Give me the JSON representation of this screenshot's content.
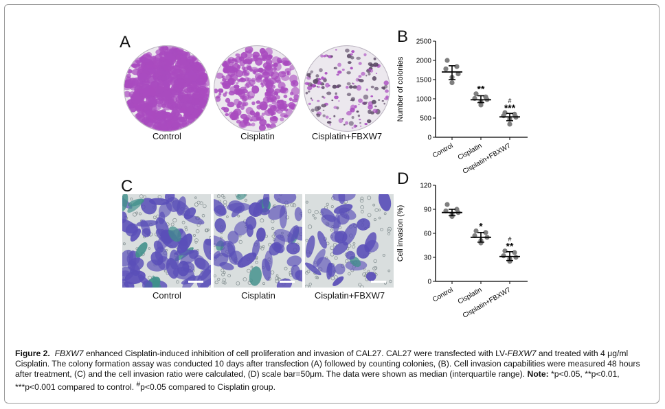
{
  "panels": {
    "A": {
      "letter": "A",
      "labels": [
        "Control",
        "Cisplatin",
        "Cisplatin+FBXW7"
      ]
    },
    "B": {
      "letter": "B"
    },
    "C": {
      "letter": "C",
      "labels": [
        "Control",
        "Cisplatin",
        "Cisplatin+FBXW7"
      ]
    },
    "D": {
      "letter": "D"
    }
  },
  "colors": {
    "dish_stain": "#a94bbf",
    "micro_stain": "#5a4fb8",
    "micro_bg": "#d9dede",
    "dot": "#7f7f7f"
  },
  "chart_data": [
    {
      "type": "scatter",
      "ylabel": "Number of colonies",
      "xlabel": "",
      "ylim": [
        0,
        2500
      ],
      "yticks": [
        0,
        500,
        1000,
        1500,
        2000,
        2500
      ],
      "categories": [
        "Control",
        "Cisplatin",
        "Cisplatin+FBXW7"
      ],
      "series": [
        {
          "points": [
            2000,
            1840,
            1780,
            1650,
            1560,
            1420
          ]
        },
        {
          "points": [
            1130,
            1050,
            1010,
            980,
            930,
            840
          ]
        },
        {
          "points": [
            640,
            600,
            560,
            520,
            470,
            340
          ]
        }
      ],
      "median": [
        1700,
        975,
        530
      ],
      "iqr": [
        [
          1500,
          1860
        ],
        [
          900,
          1080
        ],
        [
          430,
          620
        ]
      ],
      "annotations": [
        {
          "category": "Cisplatin",
          "text": "**"
        },
        {
          "category": "Cisplatin+FBXW7",
          "text": "***",
          "extra": "#"
        }
      ]
    },
    {
      "type": "scatter",
      "ylabel": "Cell invasion (%)",
      "xlabel": "",
      "ylim": [
        0,
        120
      ],
      "yticks": [
        0,
        30,
        60,
        90,
        120
      ],
      "categories": [
        "Control",
        "Cisplatin",
        "Cisplatin+FBXW7"
      ],
      "series": [
        {
          "points": [
            96,
            90,
            88,
            86,
            84,
            81
          ]
        },
        {
          "points": [
            63,
            61,
            57,
            55,
            51,
            48
          ]
        },
        {
          "points": [
            38,
            36,
            32,
            30,
            28,
            25
          ]
        }
      ],
      "median": [
        86,
        55,
        31
      ],
      "iqr": [
        [
          82,
          90
        ],
        [
          49,
          61
        ],
        [
          26,
          37
        ]
      ],
      "annotations": [
        {
          "category": "Cisplatin",
          "text": "*"
        },
        {
          "category": "Cisplatin+FBXW7",
          "text": "**",
          "extra": "#"
        }
      ]
    }
  ],
  "caption": {
    "fig": "Figure 2.",
    "gene1": "FBXW7",
    "t1": " enhanced Cisplatin-induced inhibition of cell proliferation and invasion of CAL27. CAL27 were transfected with LV-",
    "gene2": "FBXW7",
    "t2": " and treated with 4 μg/ml Cisplatin. The colony formation assay was conducted 10 days after transfection (A) followed by counting colonies, (B). Cell invasion capabilities were measured 48 hours after treatment, (C) and the cell invasion ratio were calculated, (D) scale bar=50μm. The data were shown as median (interquartile range). ",
    "note_label": "Note:",
    "t3": " *p<0.05, **p<0.01, ***p<0.001 compared to control. ",
    "hash": "#",
    "t4": "p<0.05 compared to Cisplatin group."
  }
}
